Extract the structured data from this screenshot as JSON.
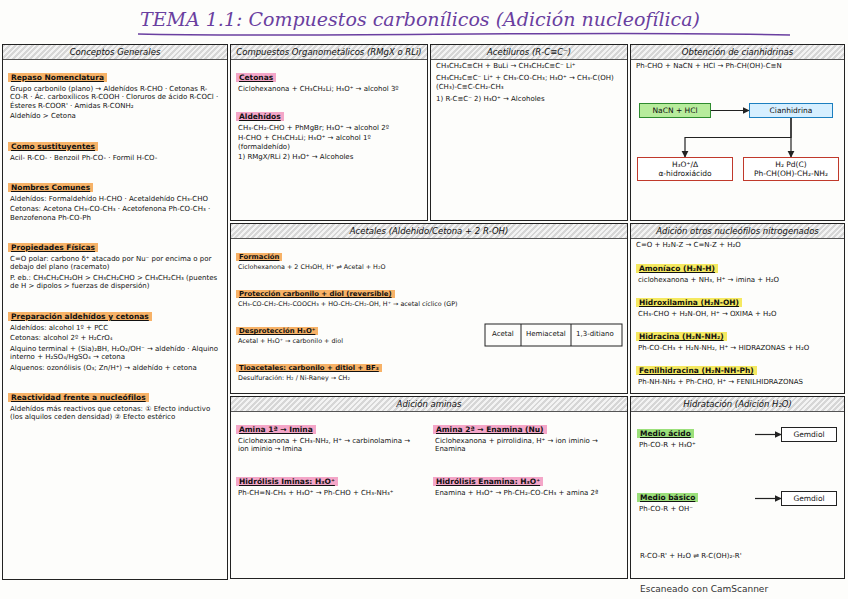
{
  "diagram": {
    "title": "TEMA 1.1: Compuestos carbonílicos (Adición nucleofílica)",
    "nodes": [
      {
        "text": [
          "Conceptos Generales"
        ]
      },
      {
        "text": [
          "Repaso Nomenclatura",
          "Grupo carbonilo (plano) → Aldehídos R-CHO · Cetonas R-CO-R · Ác. carboxílicos R-COOH · Cloruros de ácido R-COCl · Ésteres R-COOR' · Amidas R-CONH₂",
          "Aldehído > Cetona"
        ],
        "in": 0
      },
      {
        "text": [
          "Como sustituyentes",
          "Acil- R-CO- · Benzoil Ph-CO- · Formil H-CO-"
        ],
        "in": 0
      },
      {
        "text": [
          "Nombres Comunes",
          "Aldehídos: Formaldehído H-CHO · Acetaldehído CH₃-CHO",
          "Cetonas: Acetona CH₃-CO-CH₃ · Acetofenona Ph-CO-CH₃ · Benzofenona Ph-CO-Ph"
        ],
        "in": 0
      },
      {
        "text": [
          "Propiedades Físicas",
          "C=O polar: carbono δ⁺ atacado por Nu⁻ por encima o por debajo del plano (racemato)",
          "P. eb.: CH₃CH₂CH₂OH > CH₃CH₂CHO > CH₃CH₂CH₃ (puentes de H > dipolos > fuerzas de dispersión)"
        ],
        "in": 0
      },
      {
        "text": [
          "Preparación aldehídos y cetonas",
          "Aldehídos: alcohol 1º + PCC",
          "Cetonas: alcohol 2º + H₂CrO₄",
          "Alquino terminal + (Sia)₂BH, H₂O₂/OH⁻ → aldehído · Alquino interno + H₂SO₄/HgSO₄ → cetona",
          "Alquenos: ozonólisis (O₃; Zn/H⁺) → aldehído + cetona"
        ],
        "in": 0
      },
      {
        "text": [
          "Reactividad frente a nucleófilos",
          "Aldehídos más reactivos que cetonas: ① Efecto inductivo (los alquilos ceden densidad) ② Efecto estérico"
        ],
        "in": 0
      },
      {
        "text": [
          "Compuestos Organometálicos (RMgX o RLi)"
        ]
      },
      {
        "text": [
          "Cetonas",
          "Ciclohexanona + CH₃CH₂Li; H₃O⁺ → alcohol 3º"
        ],
        "in": 7
      },
      {
        "text": [
          "Aldehídos",
          "CH₃-CH₂-CHO + PhMgBr; H₃O⁺ → alcohol 2º",
          "H-CHO + CH₃CH₂Li; H₃O⁺ → alcohol 1º (formaldehído)",
          "1) RMgX/RLi 2) H₃O⁺ → Alcoholes"
        ],
        "in": 7
      },
      {
        "text": [
          "Acetiluros (R-C≡C⁻)",
          "CH₃CH₂C≡CH + BuLi → CH₃CH₂C≡C⁻ Li⁺",
          "CH₃CH₂C≡C⁻ Li⁺ + CH₃-CO-CH₃; H₃O⁺ → CH₃-C(OH)(CH₃)-C≡C-CH₂-CH₃",
          "1) R-C≡C⁻ 2) H₃O⁺ → Alcoholes"
        ]
      },
      {
        "text": [
          "Obtención de cianhidrinas",
          "Ph-CHO + NaCN + HCl → Ph-CH(OH)-C≡N"
        ]
      },
      {
        "text": [
          "NaCN + HCl"
        ],
        "in": 11
      },
      {
        "text": [
          "Cianhidrina"
        ],
        "in": 11
      },
      {
        "text": [
          "H₃O⁺/Δ",
          "α-hidroxiácido"
        ],
        "in": 11
      },
      {
        "text": [
          "H₂ Pd(C)",
          "Ph-CH(OH)-CH₂-NH₂"
        ],
        "in": 11
      },
      {
        "text": [
          "Acetales (Aldehído/Cetona + 2 R-OH)"
        ]
      },
      {
        "text": [
          "Formación",
          "Ciclohexanona + 2 CH₃OH, H⁺ ⇌ Acetal + H₂O"
        ],
        "in": 16
      },
      {
        "text": [
          "Protección carbonilo + diol (reversible)",
          "CH₃-CO-CH₂-CH₂-COOCH₃ + HO-CH₂-CH₂-OH, H⁺ → acetal cíclico (GP)"
        ],
        "in": 16
      },
      {
        "text": [
          "Desprotección H₃O⁺",
          "Acetal + H₃O⁺ → carbonilo + diol"
        ],
        "in": 16
      },
      {
        "text": [
          "Tioacetales: carbonilo + ditiol + BF₃",
          "Desulfuración: H₂ / Ni-Raney → CH₂"
        ],
        "in": 16
      },
      {
        "text": [
          "Adición otros nucleófilos nitrogenados",
          "C=O + H₂N-Z → C=N-Z + H₂O"
        ]
      },
      {
        "text": [
          "Amoníaco (H₂N-H)",
          "ciclohexanona + NH₃, H⁺ → imina + H₂O"
        ],
        "in": 21
      },
      {
        "text": [
          "Hidroxilamina (H₂N-OH)",
          "CH₃-CHO + H₂N-OH, H⁺ → OXIMA + H₂O"
        ],
        "in": 21
      },
      {
        "text": [
          "Hidracina (H₂N-NH₂)",
          "Ph-CO-CH₃ + H₂N-NH₂, H⁺ → HIDRAZONAS + H₂O"
        ],
        "in": 21
      },
      {
        "text": [
          "Fenilhidracina (H₂N-NH-Ph)",
          "Ph-NH-NH₂ + Ph-CHO, H⁺ → FENILHIDRAZONAS"
        ],
        "in": 21
      },
      {
        "text": [
          "Adición aminas"
        ]
      },
      {
        "text": [
          "Amina 1ª → Imina",
          "Ciclohexanona + CH₃-NH₂, H⁺ → carbinolamina → ion iminio → Imina"
        ],
        "in": 26
      },
      {
        "text": [
          "Hidrólisis Iminas: H₃O⁺",
          "Ph-CH=N-CH₃ + H₃O⁺ → Ph-CHO + CH₃-NH₃⁺"
        ],
        "in": 26
      },
      {
        "text": [
          "Amina 2ª → Enamina (Nu)",
          "Ciclohexanona + pirrolidina, H⁺ → ion iminio → Enamina"
        ],
        "in": 26
      },
      {
        "text": [
          "Hidrólisis Enamina: H₃O⁺",
          "Enamina + H₃O⁺ → Ph-CH₂-CO-CH₃ + amina 2ª"
        ],
        "in": 26
      },
      {
        "text": [
          "Hidratación (Adición H₂O)"
        ]
      },
      {
        "text": [
          "Medio ácido",
          "Ph-CO-R + H₃O⁺"
        ],
        "in": 31
      },
      {
        "text": [
          "Gemdiol"
        ],
        "in": 31
      },
      {
        "text": [
          "Medio básico",
          "Ph-CO-R + OH⁻"
        ],
        "in": 31
      },
      {
        "text": [
          "Gemdiol"
        ],
        "in": 31
      }
    ],
    "edges": [
      {
        "from": 12,
        "to": 13,
        "arrow": "to"
      },
      {
        "from": 13,
        "to": 14,
        "arrow": "to"
      },
      {
        "from": 13,
        "to": 15,
        "arrow": "to"
      },
      {
        "from": 32,
        "to": 33,
        "arrow": "to"
      },
      {
        "from": 34,
        "to": 35,
        "arrow": "to"
      }
    ],
    "labels": [
      "Acetal",
      "Hemiacetal",
      "1,3-ditiano",
      "R-CO-R' + H₂O ⇌ R-C(OH)₂-R'",
      "Escaneado con CamScanner"
    ]
  }
}
